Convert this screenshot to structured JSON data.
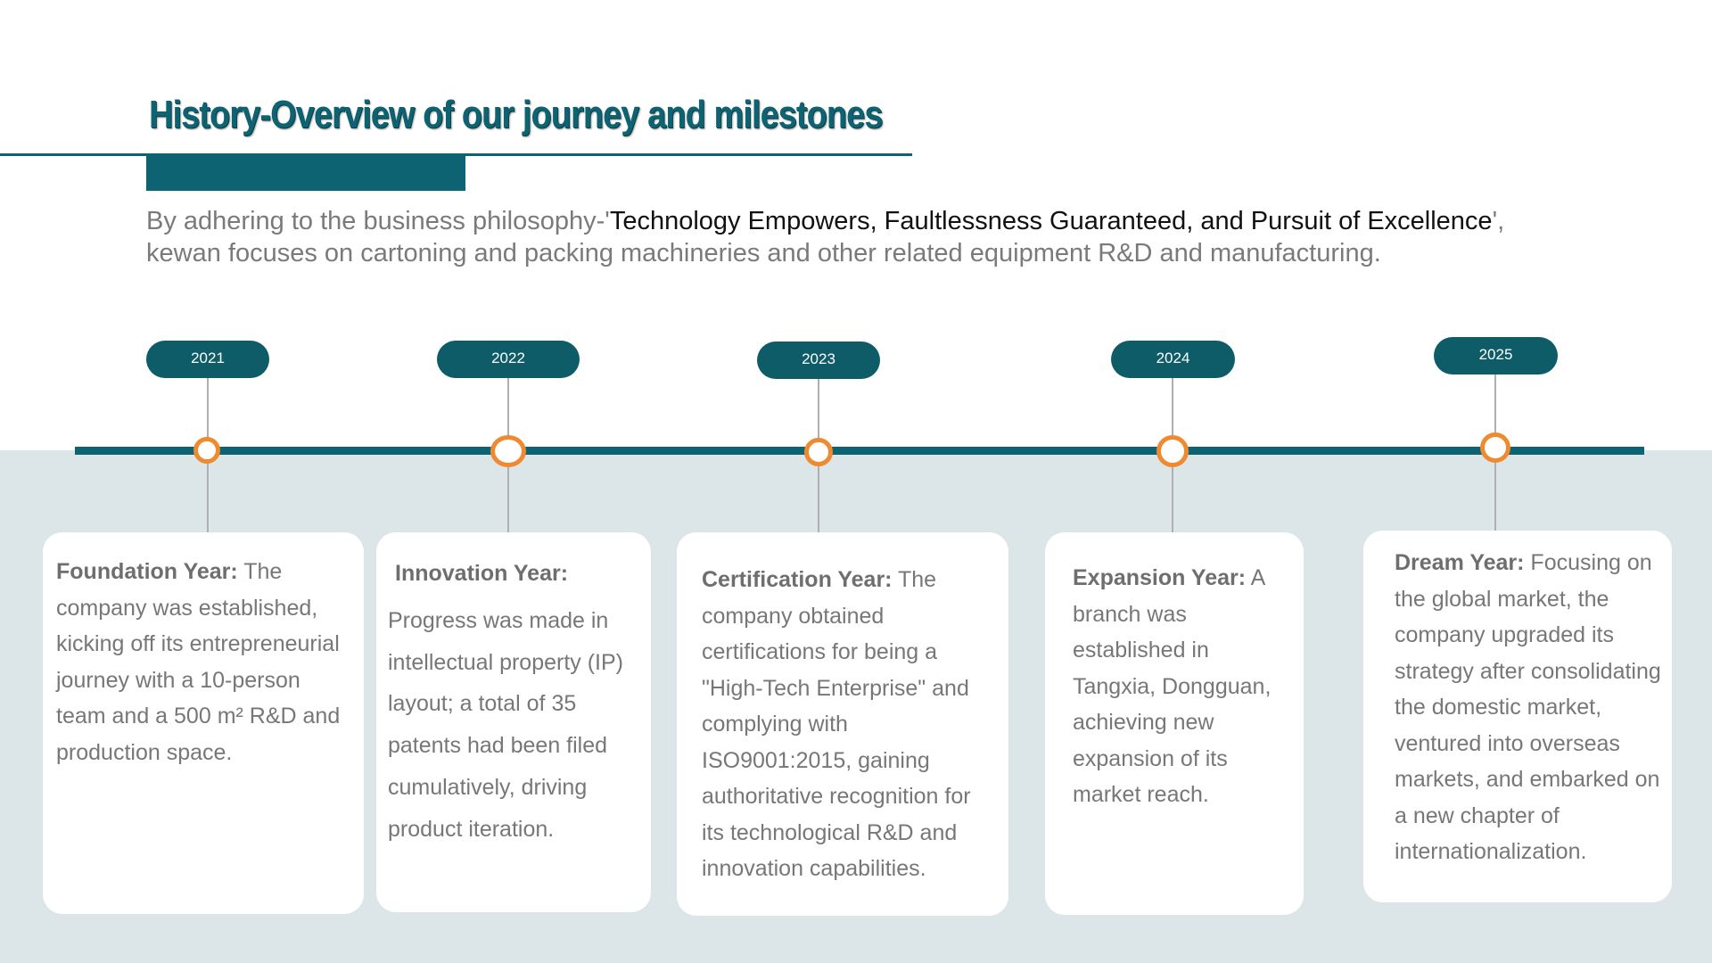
{
  "header": {
    "title": "History-Overview of our journey and milestones"
  },
  "intro": {
    "part1": "By adhering to the business philosophy-'",
    "highlight": "Technology Empowers, Faultlessness Guaranteed, and Pursuit of Excellence",
    "part2": "',",
    "line2": "kewan focuses on cartoning and packing machineries and other related equipment R&D and manufacturing."
  },
  "colors": {
    "brand_teal": "#0d6371",
    "node_orange": "#f08a31",
    "band_background": "#dce6e8"
  },
  "milestones": [
    {
      "year": "2021",
      "label": "Foundation Year:",
      "text": " The company was established, kicking off its entrepreneurial journey with a 10-person team and a 500 m² R&D and production space."
    },
    {
      "year": "2022",
      "label": "Innovation Year:",
      "text": "Progress was made in intellectual property (IP) layout; a total of 35 patents had been filed cumulatively, driving product iteration."
    },
    {
      "year": "2023",
      "label": "Certification Year:",
      "text": " The company obtained certifications for being a \"High-Tech Enterprise\" and complying with ISO9001:2015, gaining authoritative recognition for its technological R&D and innovation capabilities."
    },
    {
      "year": "2024",
      "label": "Expansion Year:",
      "text": " A branch was established in Tangxia, Dongguan, achieving new expansion of its market reach."
    },
    {
      "year": "2025",
      "label": "Dream Year:",
      "text": " Focusing on the global market, the company upgraded its strategy after consolidating the domestic market, ventured into overseas markets, and embarked on a new chapter of internationalization."
    }
  ]
}
